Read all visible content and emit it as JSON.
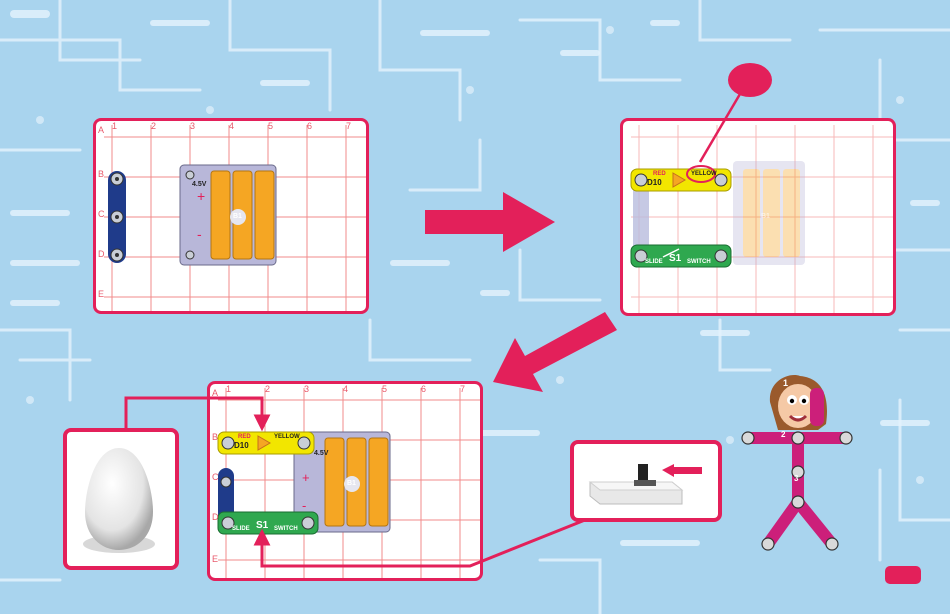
{
  "colors": {
    "background": "#a9d4ee",
    "trace": "#ffffff",
    "accent": "#e3205a",
    "grid": "#f28b8b",
    "battery": "#f5a623",
    "snap_wire": "#1f3b8a",
    "led": "#f2e600",
    "switch": "#2fa84f"
  },
  "grid": {
    "columns": [
      "1",
      "2",
      "3",
      "4",
      "5",
      "6",
      "7"
    ],
    "rows": [
      "A",
      "B",
      "C",
      "D",
      "E"
    ]
  },
  "parts": {
    "battery_voltage": "4.5V",
    "battery_code": "B1",
    "led_code": "D10",
    "led_red": "RED",
    "led_yellow": "YELLOW",
    "switch_slide": "SLIDE",
    "switch_code": "S1",
    "switch_label": "SWITCH",
    "snap_numbers": [
      "1",
      "2",
      "3"
    ]
  },
  "icons": [
    "arrow-right-icon",
    "arrow-down-left-icon",
    "egg-icon",
    "slide-switch-icon",
    "snap-rover-character-icon"
  ]
}
